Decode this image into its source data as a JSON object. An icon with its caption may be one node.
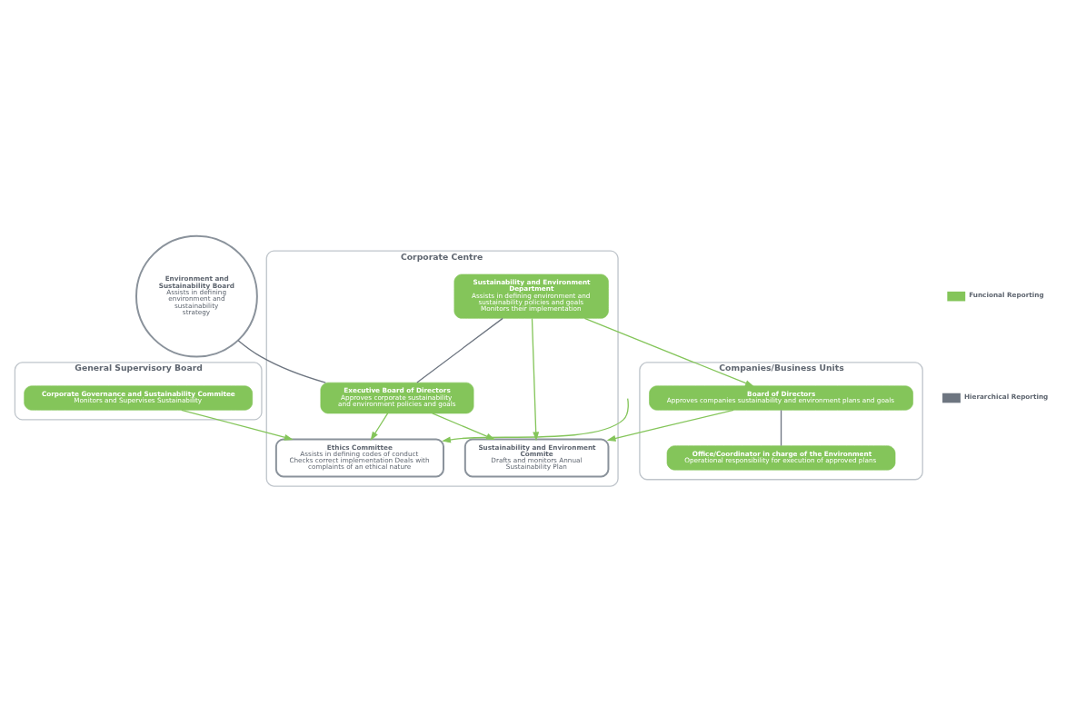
{
  "diagram": {
    "nodes": [
      {
        "text": [
          "General Supervisory Board"
        ]
      },
      {
        "text": [
          "Corporate Governance and Sustainability Commitee",
          "Monitors and Supervises Sustainability"
        ],
        "in": 0
      },
      {
        "text": [
          "Corporate Centre"
        ]
      },
      {
        "text": [
          "Ethics Committee",
          "Assists in defining codes of conduct Checks correct implementation Deals with complaints of an ethical nature"
        ],
        "in": 2
      },
      {
        "text": [
          "Environment and Sustainability Board",
          "Assists in defining environment and sustainability strategy"
        ]
      },
      {
        "text": [
          "Executive Board of Directors",
          "Approves corporate sustainability and environment policies and goals"
        ],
        "in": 2
      },
      {
        "text": [
          "Sustainability and Environment Department",
          "Assists in defining environment and sustainability policies and goals Monitors their implementation"
        ],
        "in": 2
      },
      {
        "text": [
          "Sustainability and Environment Commite",
          "Drafts and monitors Annual Sustainability Plan"
        ],
        "in": 2
      },
      {
        "text": [
          "Companies/Business Units"
        ]
      },
      {
        "text": [
          "Board of Directors",
          "Approves companies sustainability and environment plans and goals"
        ],
        "in": 8
      },
      {
        "text": [
          "Office/Coordinator in charge of the Environment",
          "Operational responsibility for execution of approved plans"
        ],
        "in": 8
      }
    ],
    "edges": [
      {
        "from": 1,
        "to": 3,
        "arrow": "to"
      },
      {
        "from": 5,
        "to": 3,
        "arrow": "to"
      },
      {
        "from": null,
        "to": 3,
        "arrow": "to"
      },
      {
        "from": 4,
        "to": 5,
        "arrow": "none",
        "color": "#6d7580"
      },
      {
        "from": 6,
        "to": 5,
        "arrow": "none",
        "color": "#6d7580"
      },
      {
        "from": 5,
        "to": 7,
        "arrow": "to"
      },
      {
        "from": 6,
        "to": 7,
        "arrow": "to"
      },
      {
        "from": 6,
        "to": 9,
        "arrow": "to"
      },
      {
        "from": 9,
        "to": 7,
        "arrow": "to"
      },
      {
        "from": 9,
        "to": 10,
        "arrow": "none",
        "color": "#6d7580"
      }
    ],
    "legend": [
      {
        "text": "Funcional Reporting"
      },
      {
        "text": "Hierarchical Reporting"
      }
    ]
  }
}
